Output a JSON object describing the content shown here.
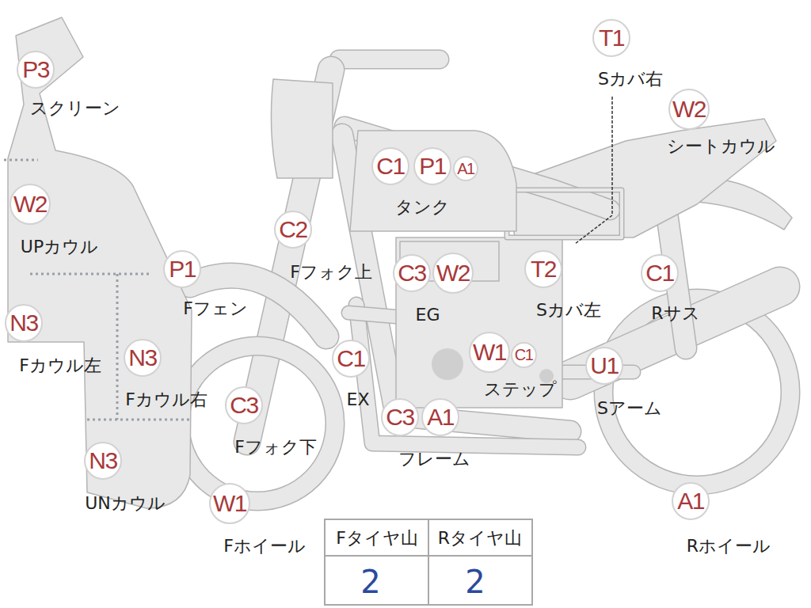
{
  "diagram": {
    "nodes": [
      {
        "text": [
          "T1"
        ]
      },
      {
        "text": [
          "P3"
        ]
      },
      {
        "text": [
          "W2"
        ]
      },
      {
        "text": [
          "C1"
        ]
      },
      {
        "text": [
          "P1"
        ]
      },
      {
        "text": [
          "A1"
        ]
      },
      {
        "text": [
          "W2"
        ]
      },
      {
        "text": [
          "C2"
        ]
      },
      {
        "text": [
          "P1"
        ]
      },
      {
        "text": [
          "C3"
        ]
      },
      {
        "text": [
          "W2"
        ]
      },
      {
        "text": [
          "T2"
        ]
      },
      {
        "text": [
          "C1"
        ]
      },
      {
        "text": [
          "N3"
        ]
      },
      {
        "text": [
          "C1"
        ]
      },
      {
        "text": [
          "W1"
        ]
      },
      {
        "text": [
          "C1"
        ]
      },
      {
        "text": [
          "N3"
        ]
      },
      {
        "text": [
          "U1"
        ]
      },
      {
        "text": [
          "C3"
        ]
      },
      {
        "text": [
          "C3"
        ]
      },
      {
        "text": [
          "A1"
        ]
      },
      {
        "text": [
          "N3"
        ]
      },
      {
        "text": [
          "W1"
        ]
      },
      {
        "text": [
          "A1"
        ]
      }
    ],
    "labels": [
      "スクリーン",
      "Sカバ右",
      "シートカウル",
      "タンク",
      "UPカウル",
      "Fフォク上",
      "Fフェン",
      "EG",
      "Sカバ左",
      "Rサス",
      "Fカウル左",
      "EX",
      "ステップ",
      "Fカウル右",
      "Sアーム",
      "Fフォク下",
      "フレーム",
      "UNカウル",
      "Fホイール",
      "Rホイール",
      "Fタイヤ山",
      "Rタイヤ山",
      "2",
      "2"
    ]
  }
}
